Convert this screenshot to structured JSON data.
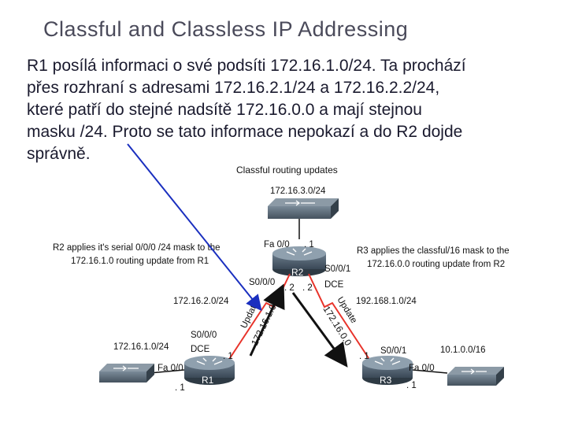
{
  "title": "Classful and Classless IP Addressing",
  "paragraph_lines": [
    "R1 posílá informaci o své podsíti 172.16.1.0/24. Ta prochází",
    "přes rozhraní s adresami 172.16.2.1/24 a 172.16.2.2/24,",
    "které patří do stejné nadsítě 172.16.0.0 a mají stejnou",
    "masku /24. Proto se tato informace nepokazí a do R2 dojde",
    "správně."
  ],
  "diagram": {
    "caption": "Classful routing updates",
    "note_left": [
      "R2 applies it's serial 0/0/0 /24 mask to the",
      "172.16.1.0 routing update from R1"
    ],
    "note_right": [
      "R3 applies the classful/16 mask to the",
      "172.16.0.0 routing update from R2"
    ],
    "r2": {
      "name": "R2",
      "top_network": "172.16.3.0/24",
      "fa_label": "Fa 0/0",
      "fa_host": ". 1",
      "s000_label": "S0/0/0",
      "s001_label": "S0/0/1",
      "dce": "DCE",
      "s000_host": ". 2",
      "s001_host": ". 2"
    },
    "link_left": {
      "network": "172.16.2.0/24",
      "update_word": "Update",
      "update_prefix": "172.16.1.0"
    },
    "link_right": {
      "network": "192.168.1.0/24",
      "update_word": "Update",
      "update_prefix": "172.16.0.0"
    },
    "r1": {
      "name": "R1",
      "lan_network": "172.16.1.0/24",
      "s_label": "S0/0/0",
      "dce": "DCE",
      "s_host": ". 1",
      "fa_label": "Fa 0/0",
      "fa_host": ". 1"
    },
    "r3": {
      "name": "R3",
      "lan_network": "10.1.0.0/16",
      "s_label": "S0/0/1",
      "s_host": ". 1",
      "fa_label": "Fa 0/0",
      "fa_host": ". 1"
    }
  },
  "colors": {
    "serial_link": "#e8332a",
    "ethernet_link": "#111111",
    "arrow": "#111111",
    "pointer": "#1a2fbf",
    "device": "#4a5a6a"
  }
}
